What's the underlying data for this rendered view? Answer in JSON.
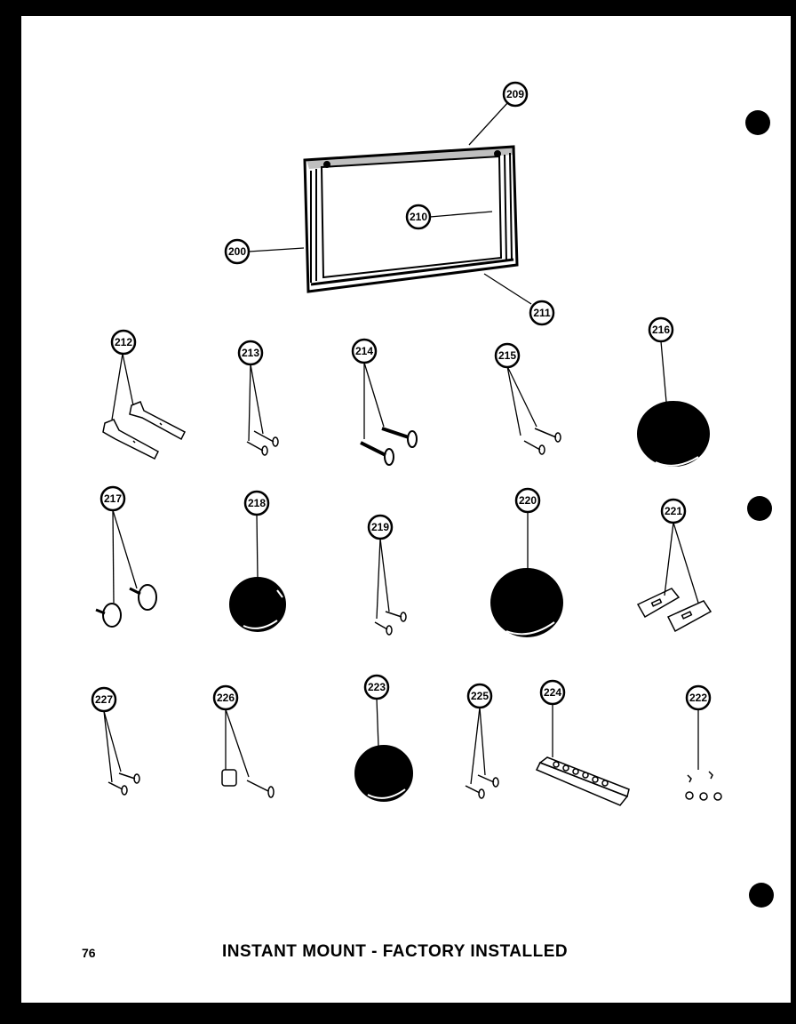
{
  "page": {
    "number": "76",
    "title": "INSTANT MOUNT - FACTORY INSTALLED"
  },
  "callouts": {
    "c200": "200",
    "c209": "209",
    "c210": "210",
    "c211": "211",
    "c212": "212",
    "c213": "213",
    "c214": "214",
    "c215": "215",
    "c216": "216",
    "c217": "217",
    "c218": "218",
    "c219": "219",
    "c220": "220",
    "c221": "221",
    "c222": "222",
    "c223": "223",
    "c224": "224",
    "c225": "225",
    "c226": "226",
    "c227": "227"
  },
  "colors": {
    "ink": "#000000",
    "paper": "#ffffff",
    "border": "#000000"
  }
}
